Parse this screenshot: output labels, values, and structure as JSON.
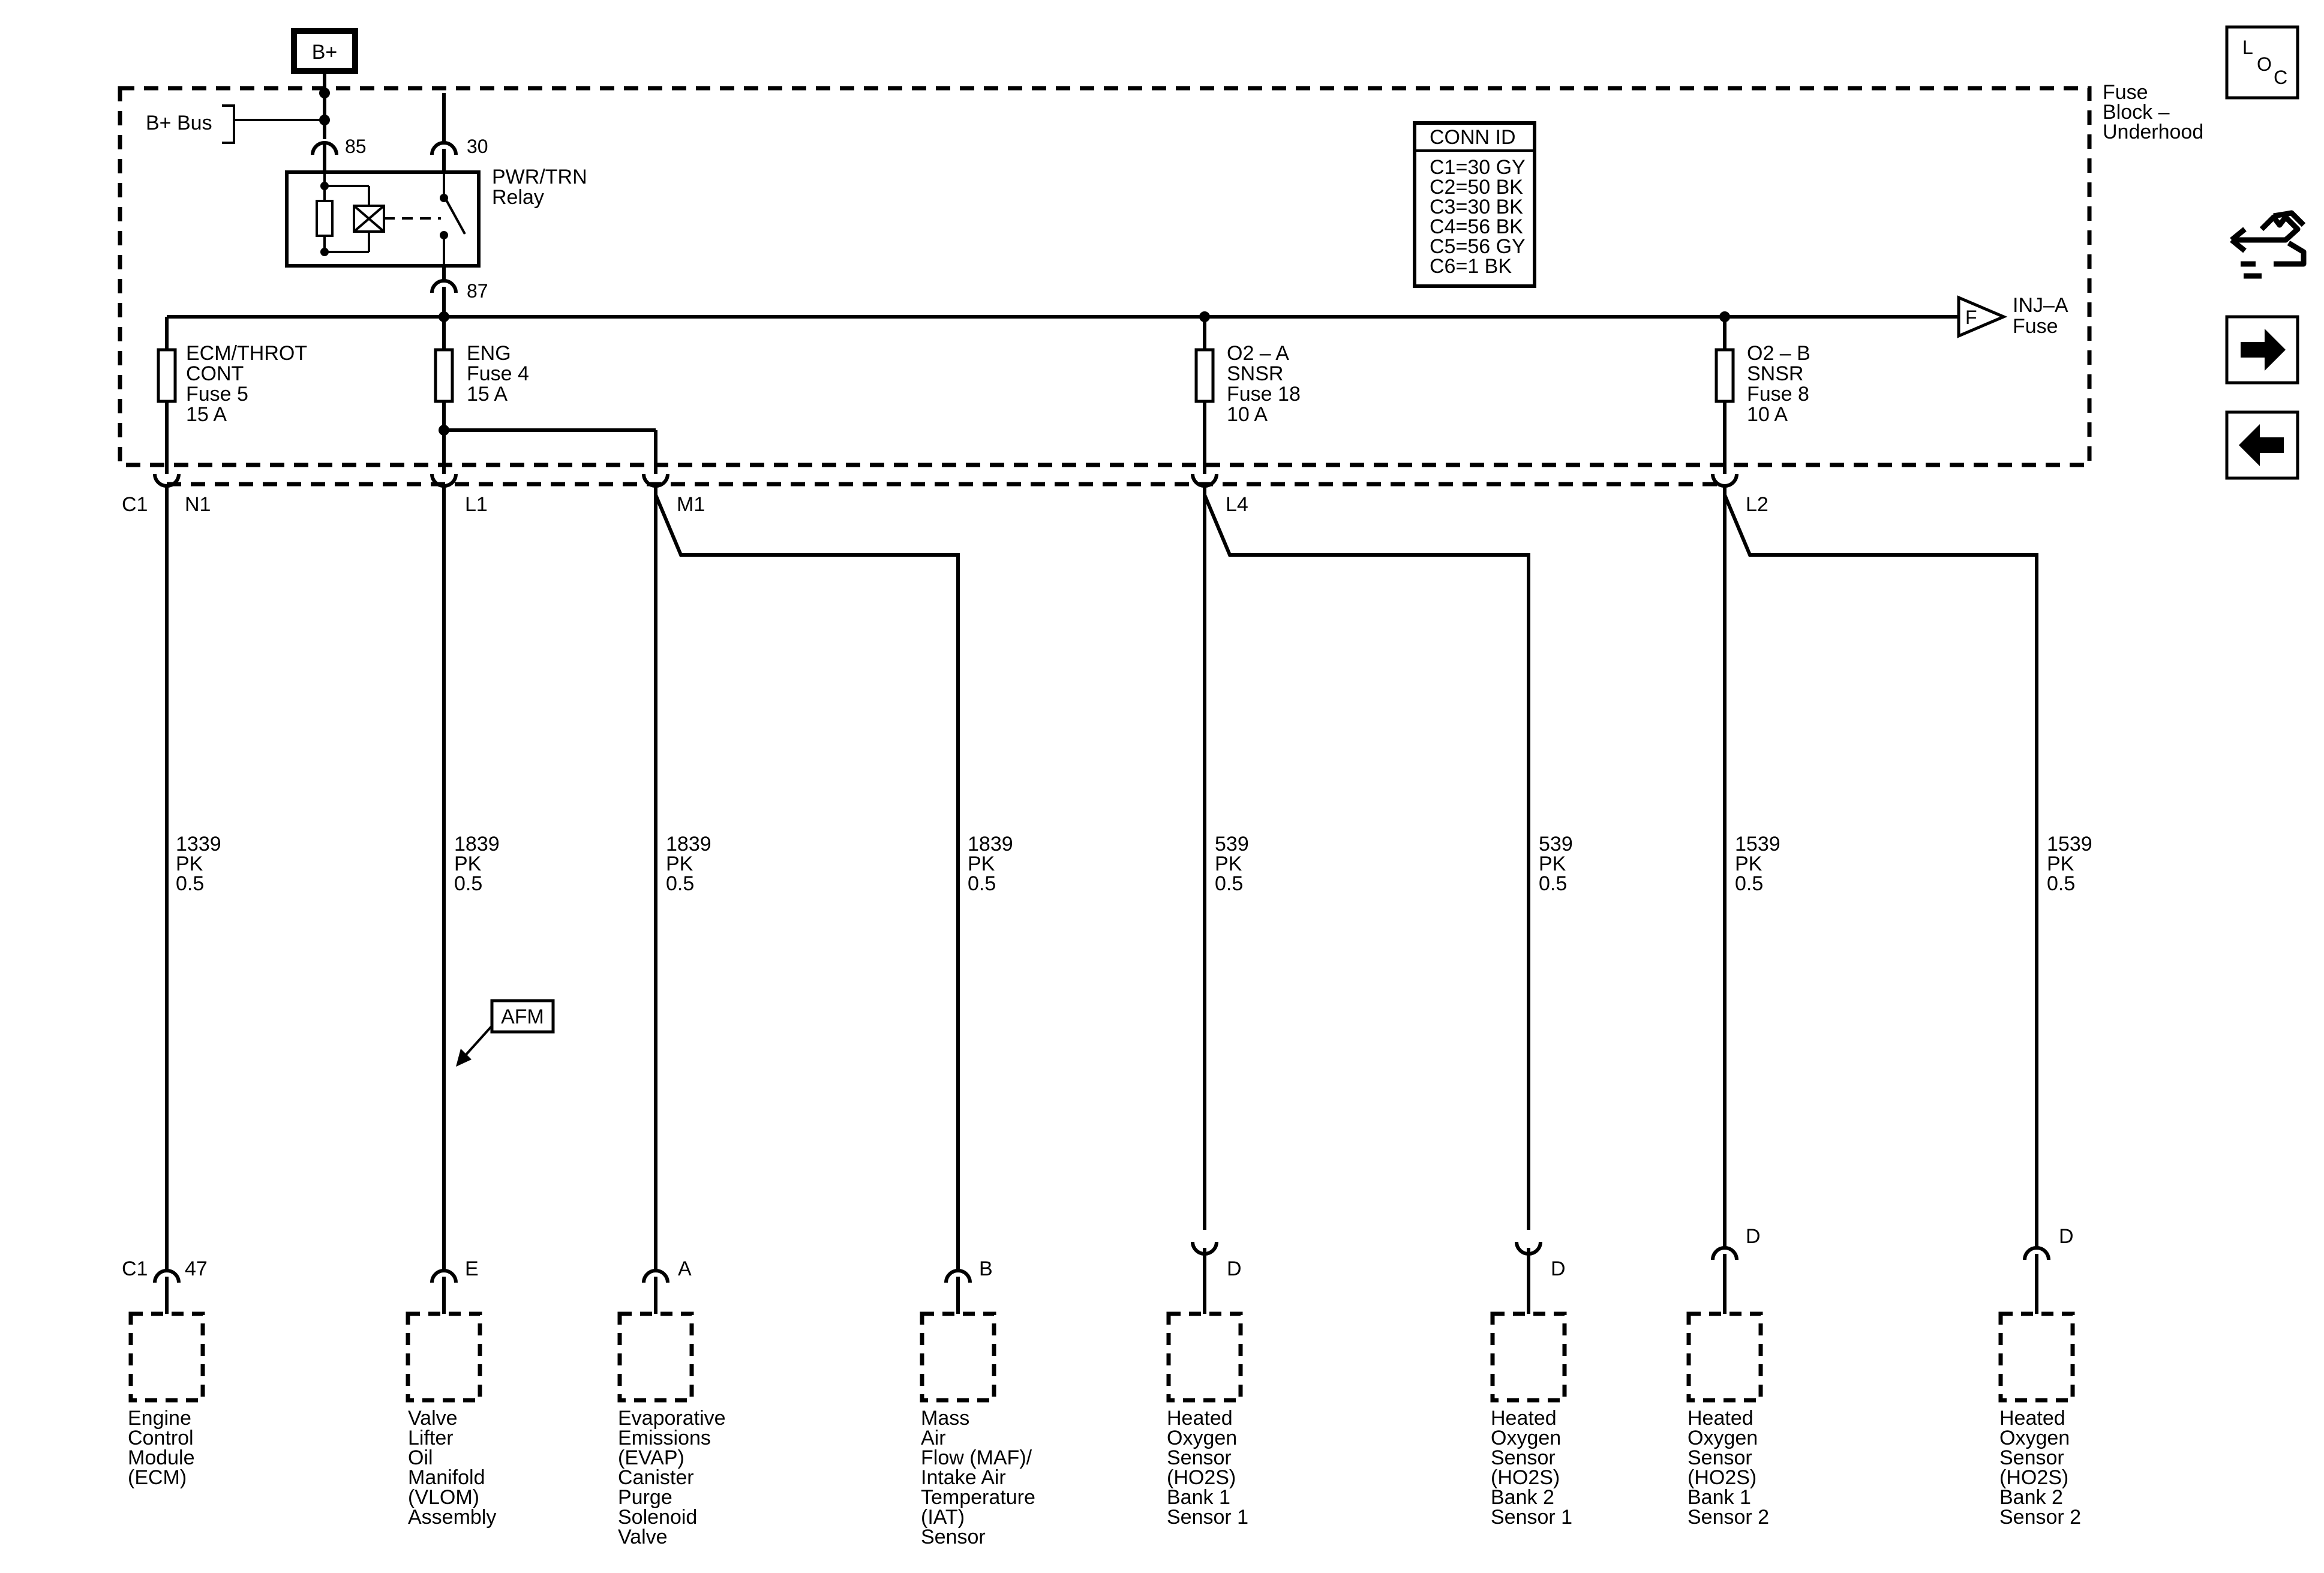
{
  "power": {
    "label": "B+"
  },
  "bus": {
    "label": "B+ Bus"
  },
  "fuse_block": {
    "line1": "Fuse",
    "line2": "Block –",
    "line3": "Underhood"
  },
  "relay": {
    "name_line1": "PWR/TRN",
    "name_line2": "Relay",
    "pin_85": "85",
    "pin_30": "30",
    "pin_87": "87"
  },
  "conn_id": {
    "title": "CONN ID",
    "rows": [
      "C1=30 GY",
      "C2=50 BK",
      "C3=30 BK",
      "C4=56 BK",
      "C5=56 GY",
      "C6=1 BK"
    ]
  },
  "inj_fuse": {
    "letter": "F",
    "line1": "INJ–A",
    "line2": "Fuse"
  },
  "fuses": [
    {
      "l1": "ECM/THROT",
      "l2": "CONT",
      "l3": "Fuse 5",
      "l4": "15 A"
    },
    {
      "l1": "ENG",
      "l2": "Fuse 4",
      "l3": "15 A",
      "l4": ""
    },
    {
      "l1": "O2 – A",
      "l2": "SNSR",
      "l3": "Fuse 18",
      "l4": "10 A"
    },
    {
      "l1": "O2 – B",
      "l2": "SNSR",
      "l3": "Fuse 8",
      "l4": "10 A"
    }
  ],
  "top_connectors": {
    "c1": "C1",
    "n1": "N1",
    "l1": "L1",
    "m1": "M1",
    "l4": "L4",
    "l2": "L2"
  },
  "wires": [
    {
      "circuit": "1339",
      "color": "PK",
      "gauge": "0.5"
    },
    {
      "circuit": "1839",
      "color": "PK",
      "gauge": "0.5"
    },
    {
      "circuit": "1839",
      "color": "PK",
      "gauge": "0.5"
    },
    {
      "circuit": "1839",
      "color": "PK",
      "gauge": "0.5"
    },
    {
      "circuit": "539",
      "color": "PK",
      "gauge": "0.5"
    },
    {
      "circuit": "539",
      "color": "PK",
      "gauge": "0.5"
    },
    {
      "circuit": "1539",
      "color": "PK",
      "gauge": "0.5"
    },
    {
      "circuit": "1539",
      "color": "PK",
      "gauge": "0.5"
    }
  ],
  "afm": {
    "label": "AFM"
  },
  "bottom_pins": {
    "c1": "C1",
    "p47": "47",
    "e": "E",
    "a": "A",
    "b": "B",
    "d1": "D",
    "d2": "D",
    "d3": "D",
    "d4": "D"
  },
  "components": [
    {
      "lines": [
        "Engine",
        "Control",
        "Module",
        "(ECM)"
      ]
    },
    {
      "lines": [
        "Valve",
        "Lifter",
        "Oil",
        "Manifold",
        "(VLOM)",
        "Assembly"
      ]
    },
    {
      "lines": [
        "Evaporative",
        "Emissions",
        "(EVAP)",
        "Canister",
        "Purge",
        "Solenoid",
        "Valve"
      ]
    },
    {
      "lines": [
        "Mass",
        "Air",
        "Flow (MAF)/",
        "Intake Air",
        "Temperature",
        "(IAT)",
        "Sensor"
      ]
    },
    {
      "lines": [
        "Heated",
        "Oxygen",
        "Sensor",
        "(HO2S)",
        "Bank 1",
        "Sensor 1"
      ]
    },
    {
      "lines": [
        "Heated",
        "Oxygen",
        "Sensor",
        "(HO2S)",
        "Bank 2",
        "Sensor 1"
      ]
    },
    {
      "lines": [
        "Heated",
        "Oxygen",
        "Sensor",
        "(HO2S)",
        "Bank 1",
        "Sensor 2"
      ]
    },
    {
      "lines": [
        "Heated",
        "Oxygen",
        "Sensor",
        "(HO2S)",
        "Bank 2",
        "Sensor 2"
      ]
    }
  ],
  "loc_button": {
    "l": "L",
    "o": "O",
    "c": "C"
  },
  "nav": {
    "description_icon": "wiring-description-icon",
    "next_icon": "arrow-right-icon",
    "prev_icon": "arrow-left-icon"
  }
}
